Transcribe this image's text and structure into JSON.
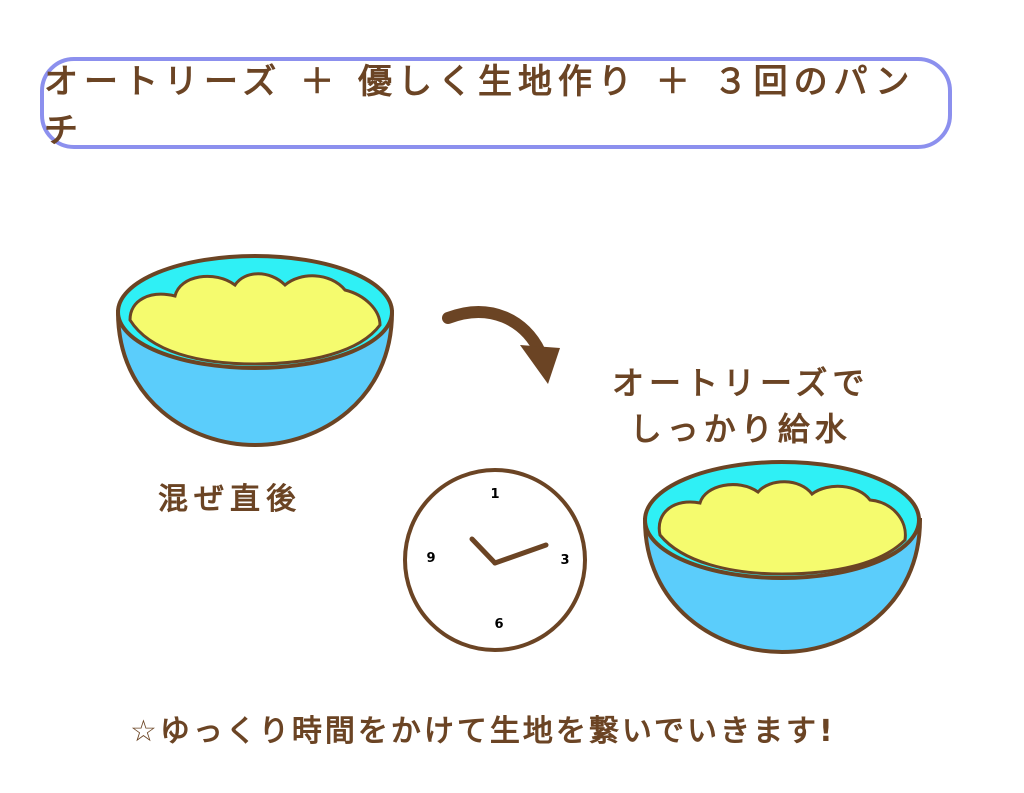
{
  "title": "オートリーズ ＋ 優しく生地作り ＋ ３回のパンチ",
  "left_caption": "混ぜ直後",
  "right_caption_line1": "オートリーズで",
  "right_caption_line2": "しっかり給水",
  "footer": "☆ゆっくり時間をかけて生地を繋いでいきます!",
  "clock": {
    "num_top": "1",
    "num_right": "3",
    "num_bottom": "6",
    "num_left": "9"
  },
  "colors": {
    "frame": "#8c90ee",
    "brown": "#6b4424",
    "bowl": "#5bcdfb",
    "bowl_inner": "#2ff0f5",
    "dough": "#f5fb6e"
  },
  "icons": {
    "arrow": "curved-arrow-icon",
    "clock": "clock-icon",
    "bowl": "bowl-icon"
  }
}
